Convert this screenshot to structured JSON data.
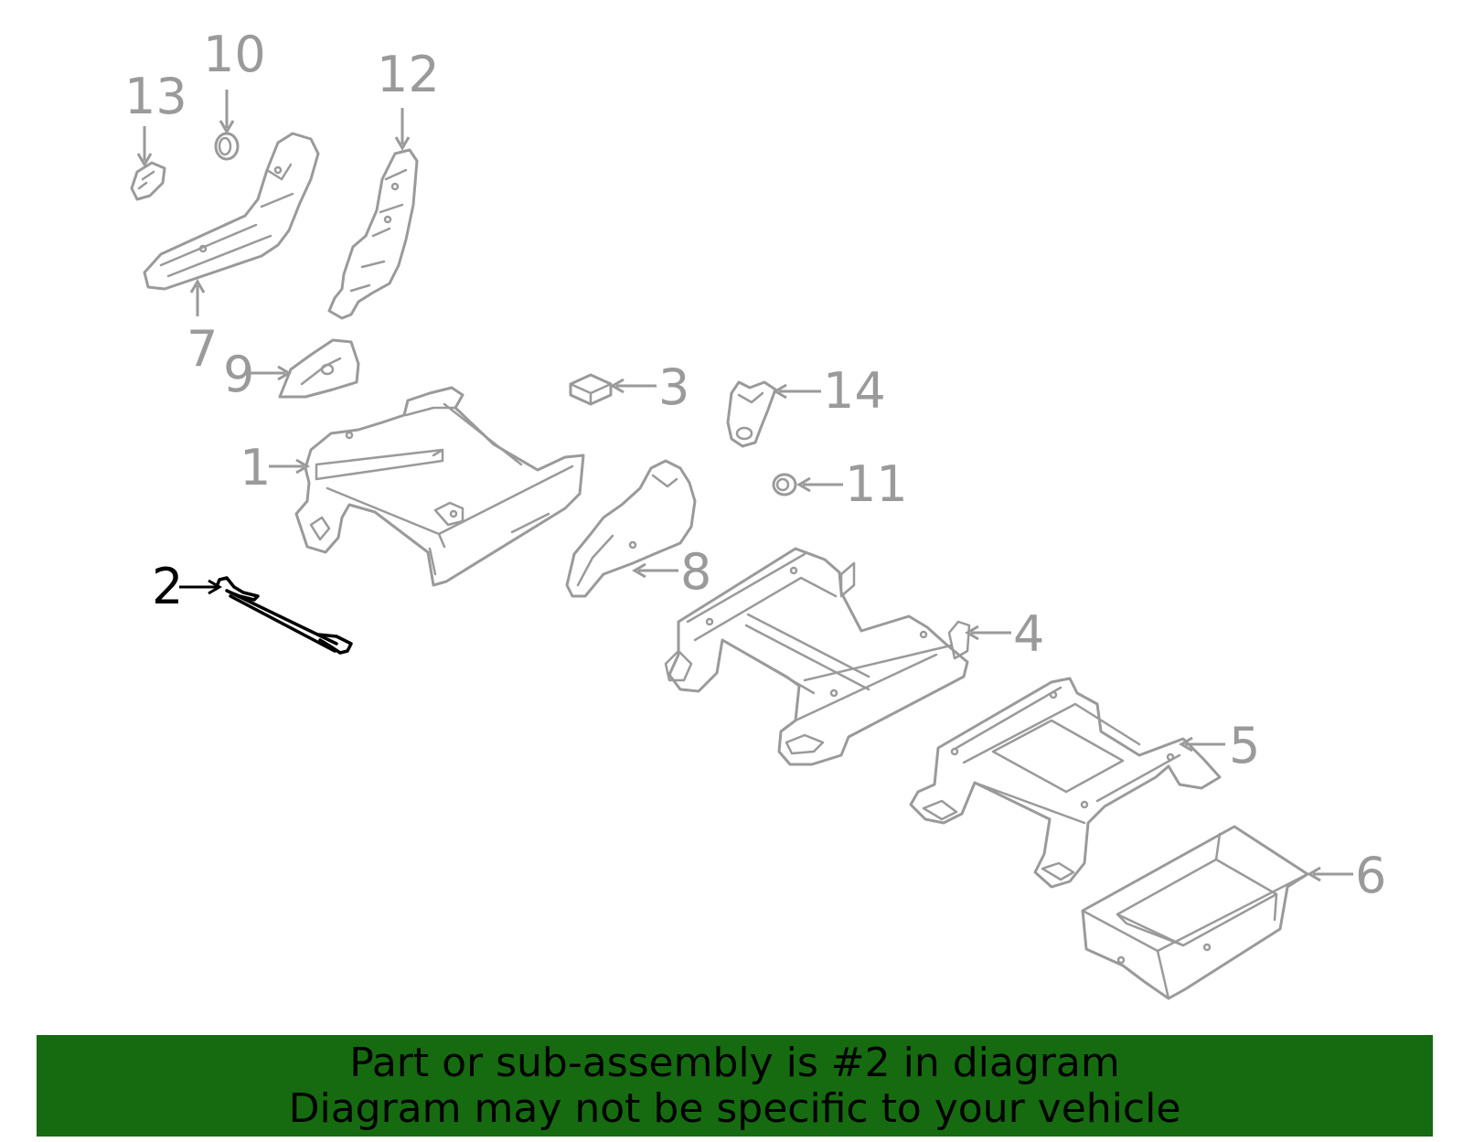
{
  "diagram": {
    "highlighted_part": "2",
    "callouts": [
      {
        "id": "1",
        "label": "1"
      },
      {
        "id": "2",
        "label": "2"
      },
      {
        "id": "3",
        "label": "3"
      },
      {
        "id": "4",
        "label": "4"
      },
      {
        "id": "5",
        "label": "5"
      },
      {
        "id": "6",
        "label": "6"
      },
      {
        "id": "7",
        "label": "7"
      },
      {
        "id": "8",
        "label": "8"
      },
      {
        "id": "9",
        "label": "9"
      },
      {
        "id": "10",
        "label": "10"
      },
      {
        "id": "11",
        "label": "11"
      },
      {
        "id": "12",
        "label": "12"
      },
      {
        "id": "13",
        "label": "13"
      },
      {
        "id": "14",
        "label": "14"
      }
    ],
    "colors": {
      "line": "#9a9a9a",
      "highlight": "#000000",
      "banner_background": "#166b10",
      "banner_text": "#000000"
    }
  },
  "banner": {
    "line1": "Part or sub-assembly is #2 in diagram",
    "line2": "Diagram may not be specific to your vehicle"
  }
}
